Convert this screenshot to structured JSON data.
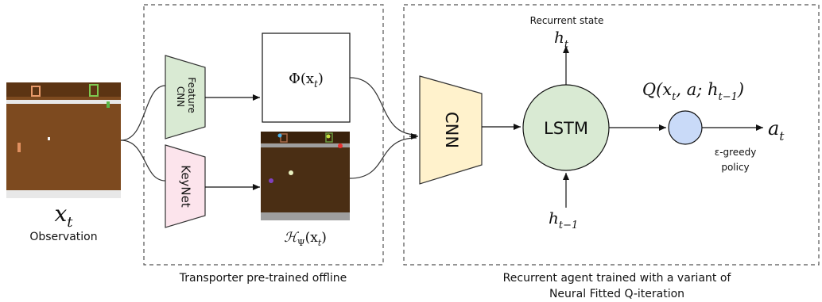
{
  "observation": {
    "symbol": "x",
    "subscript": "t",
    "label": "Observation"
  },
  "transporter": {
    "feature_cnn_label_line1": "Feature",
    "feature_cnn_label_line2": "CNN",
    "keynet_label": "KeyNet",
    "phi_label": "Φ(x",
    "phi_subscript": "t",
    "phi_close": ")",
    "heatmap_label": "ℋ",
    "heatmap_sub": "Ψ",
    "heatmap_arg": "(x",
    "heatmap_arg_sub": "t",
    "heatmap_close": ")",
    "caption": "Transporter pre-trained offline"
  },
  "agent": {
    "cnn_label": "CNN",
    "lstm_label": "LSTM",
    "recurrent_state_label": "Recurrent state",
    "h_out": "h",
    "h_out_sub": "t",
    "h_in": "h",
    "h_in_sub": "t−1",
    "q_label": "Q(x",
    "q_sub_1": "t",
    "q_mid": ", a; h",
    "q_sub_2": "t−1",
    "q_close": ")",
    "policy_line1": "ε-greedy",
    "policy_line2": "policy",
    "action_symbol": "a",
    "action_sub": "t",
    "caption_line1": "Recurrent agent trained with a variant of",
    "caption_line2": "Neural Fitted Q-iteration"
  },
  "colors": {
    "feature_cnn_fill": "#d9ead3",
    "keynet_fill": "#fce4ec",
    "cnn_fill": "#fff2cc",
    "lstm_fill": "#d9ead3",
    "policy_fill": "#c9daf8",
    "game_brown": "#7d4a1f",
    "game_dark": "#4a2e14",
    "game_gray": "#9e9e9e"
  }
}
